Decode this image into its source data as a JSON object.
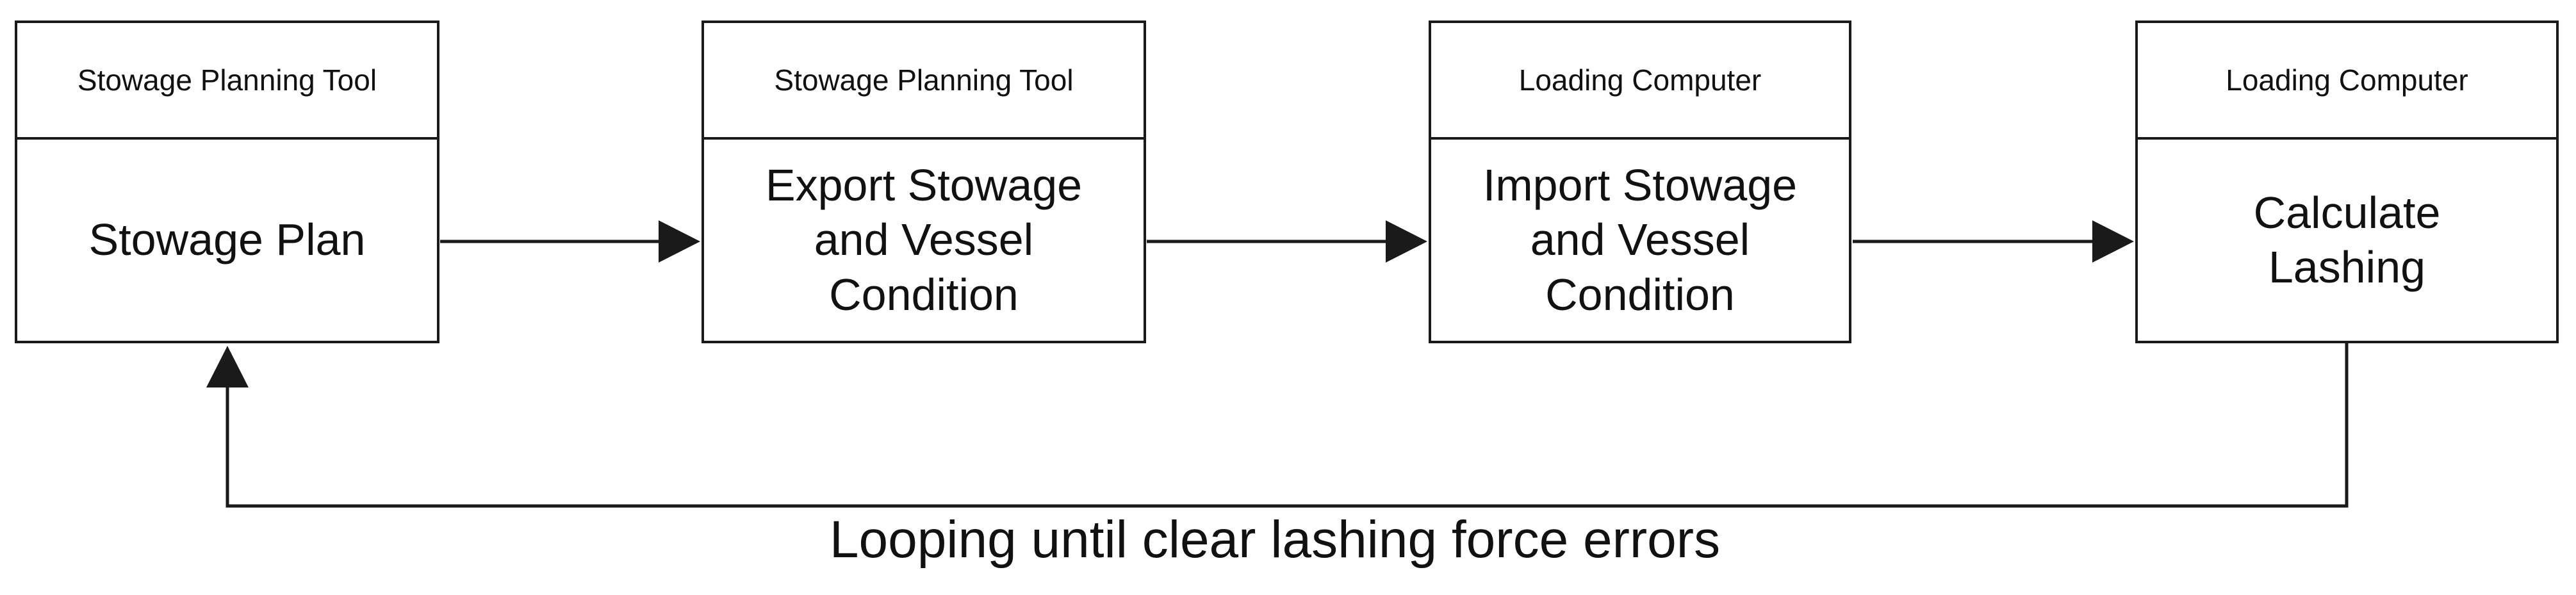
{
  "diagram": {
    "boxes": [
      {
        "header": "Stowage Planning Tool",
        "body": "Stowage Plan"
      },
      {
        "header": "Stowage Planning Tool",
        "body": "Export Stowage and Vessel Condition"
      },
      {
        "header": "Loading Computer",
        "body": "Import Stowage and Vessel Condition"
      },
      {
        "header": "Loading Computer",
        "body": "Calculate Lashing"
      }
    ],
    "loop_caption": "Looping until clear lashing force errors",
    "colors": {
      "line": "#1a1a1a",
      "background": "#ffffff",
      "text": "#111111"
    }
  }
}
